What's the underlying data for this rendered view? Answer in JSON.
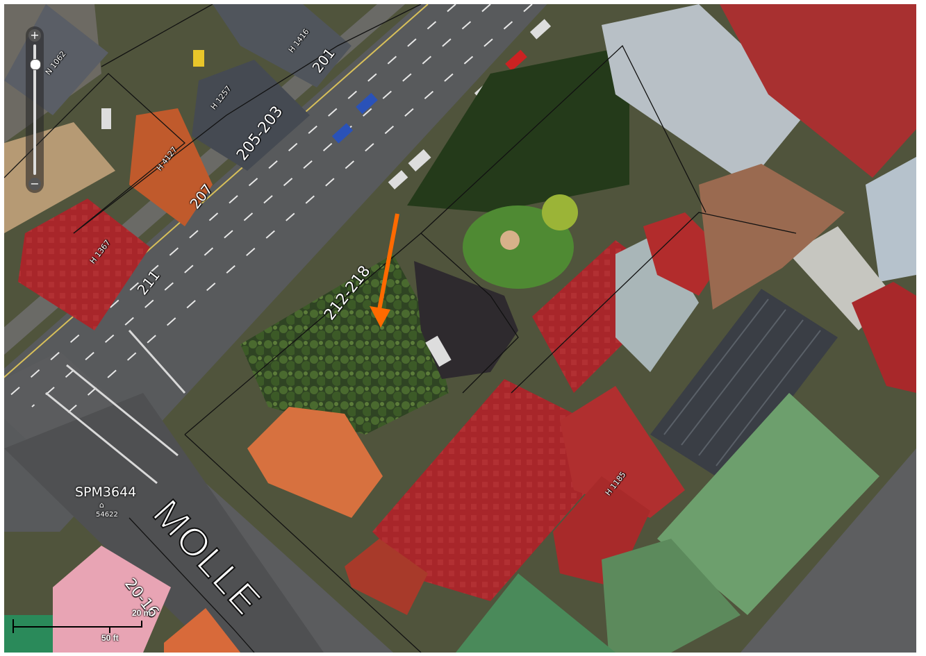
{
  "map": {
    "property_labels": [
      {
        "id": "l201",
        "text": "201"
      },
      {
        "id": "l205",
        "text": "205-203"
      },
      {
        "id": "l207",
        "text": "207"
      },
      {
        "id": "l211",
        "text": "211"
      },
      {
        "id": "l212",
        "text": "212-218"
      },
      {
        "id": "l2016",
        "text": "20-16"
      }
    ],
    "title_refs": [
      {
        "id": "r1",
        "text": "N 1062"
      },
      {
        "id": "r2",
        "text": "H 1416"
      },
      {
        "id": "r3",
        "text": "H 1257"
      },
      {
        "id": "r4",
        "text": "H 4127"
      },
      {
        "id": "r5",
        "text": "H 1367"
      },
      {
        "id": "r6",
        "text": "H 1185"
      }
    ],
    "street_name": "MOLLE",
    "survey_mark": {
      "label": "SPM3644",
      "sub": "54622"
    },
    "arrow_color": "#ff6a00",
    "zoom": {
      "plus": "+",
      "minus": "−",
      "level": 0.12
    },
    "scale": {
      "metric": "20 m",
      "imperial": "50 ft"
    }
  }
}
